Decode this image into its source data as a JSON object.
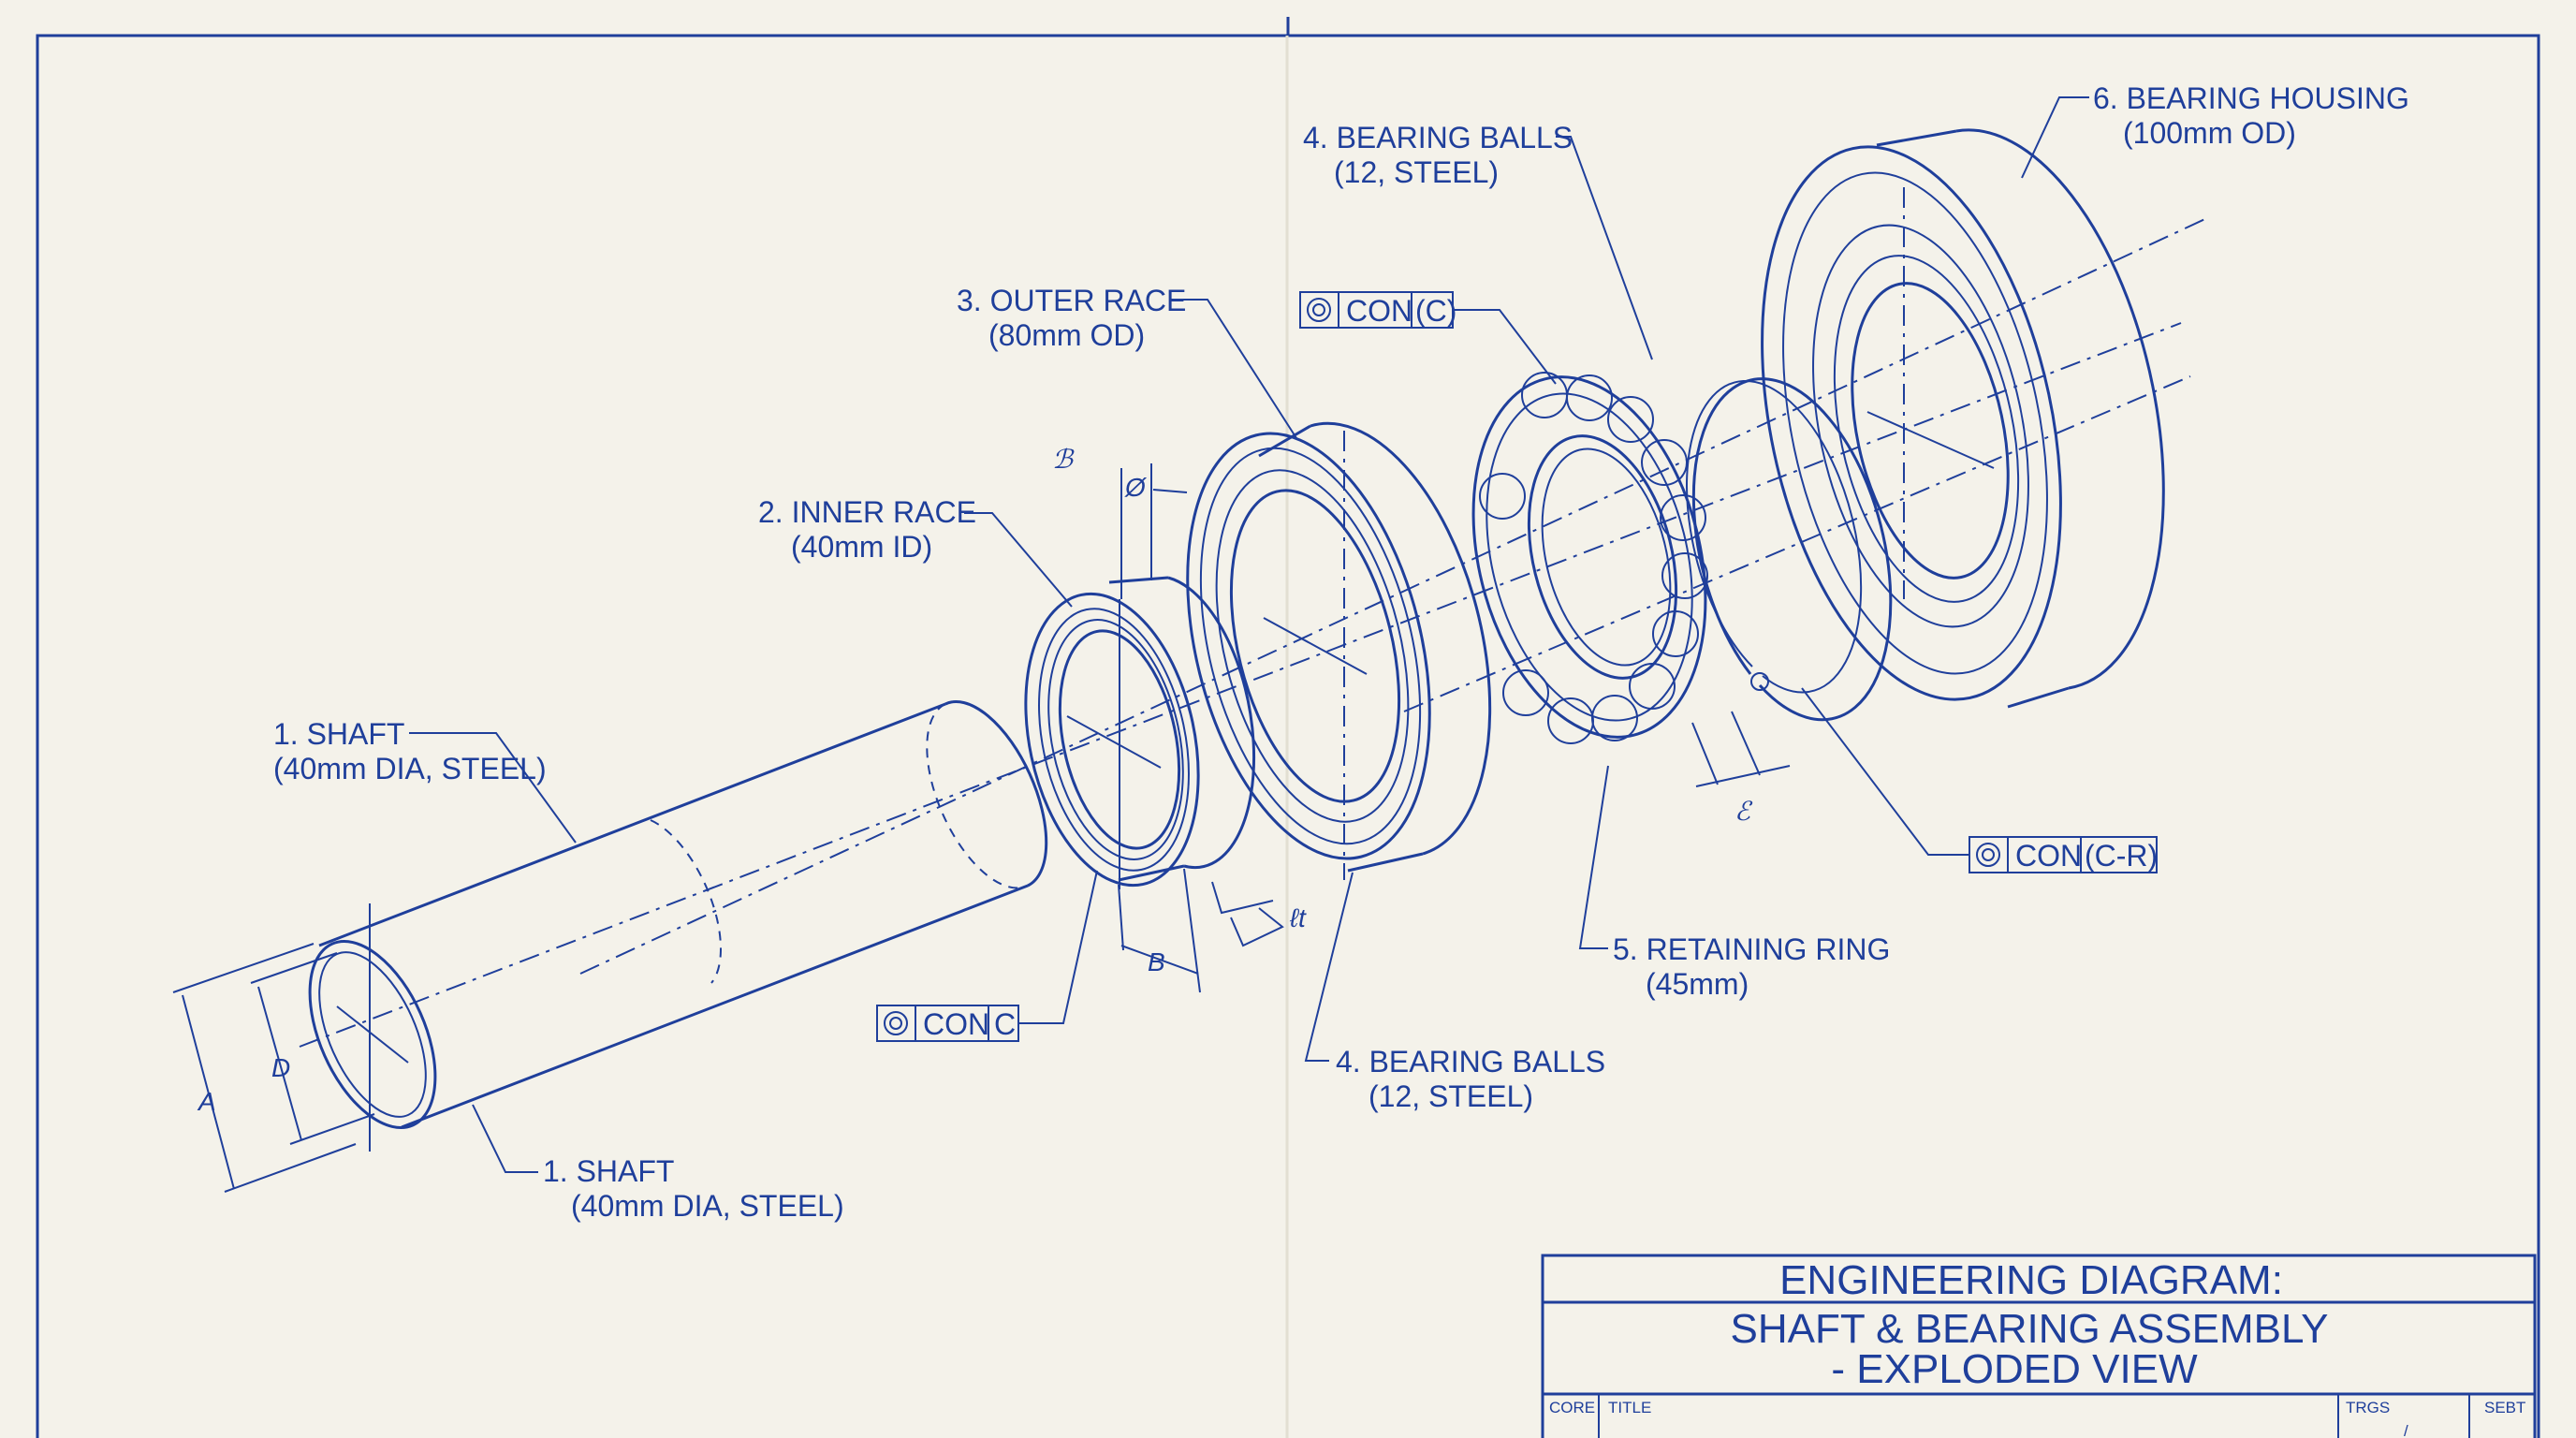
{
  "colors": {
    "ink": "#1f3f9b",
    "paper": "#f4f2ea"
  },
  "labels": {
    "shaft_top": {
      "line1": "1. SHAFT",
      "line2": "(40mm DIA, STEEL)"
    },
    "shaft_bottom": {
      "line1": "1. SHAFT",
      "line2": "(40mm DIA, STEEL)"
    },
    "inner_race": {
      "line1": "2. INNER RACE",
      "line2": "(40mm ID)"
    },
    "outer_race": {
      "line1": "3. OUTER RACE",
      "line2": "(80mm OD)"
    },
    "balls_top": {
      "line1": "4. BEARING BALLS",
      "line2": "(12, STEEL)"
    },
    "balls_bottom": {
      "line1": "4. BEARING BALLS",
      "line2": "(12, STEEL)"
    },
    "retaining_ring": {
      "line1": "5. RETAINING RING",
      "line2": "(45mm)"
    },
    "housing": {
      "line1": "6. BEARING HOUSING",
      "line2": "(100mm OD)"
    }
  },
  "callouts": {
    "con_c_top": {
      "left": "CON",
      "right": "(C)"
    },
    "con_c_bottom": {
      "left": "CON",
      "right": "C"
    },
    "con_cr": {
      "left": "CON",
      "right": "(C-R)"
    }
  },
  "dims": {
    "a": "A",
    "d": "D",
    "b": "B",
    "phi": "Ø",
    "phi2": "ℬ",
    "t": "ℓt",
    "e": "ℰ"
  },
  "title_block": {
    "heading": "ENGINEERING DIAGRAM:",
    "title_line1": "SHAFT & BEARING ASSEMBLY",
    "title_line2": "- EXPLODED VIEW",
    "cell_core": "CORE",
    "cell_title": "TITLE",
    "cell_trgs": "TRGS",
    "cell_sebt": "SEBT",
    "trgs_mark": "/"
  }
}
